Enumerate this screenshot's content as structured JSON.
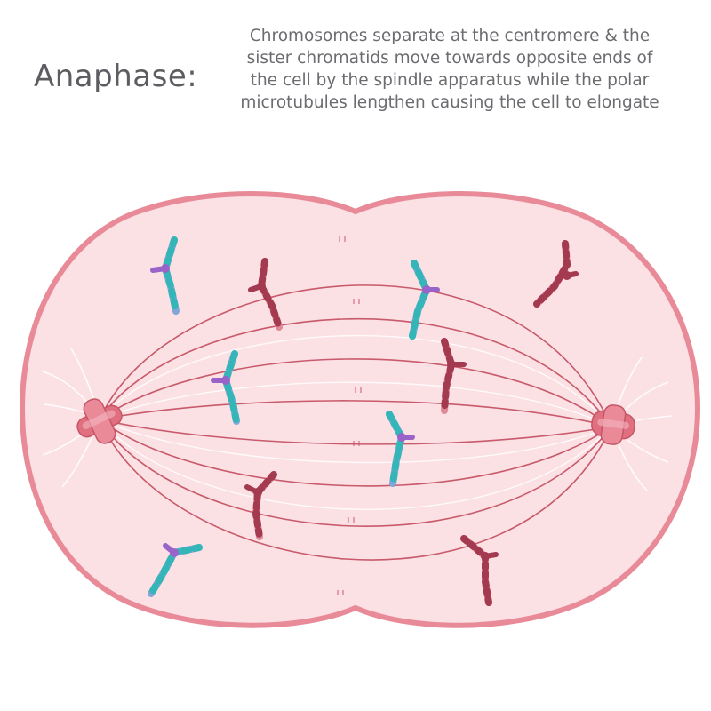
{
  "heading": "Anaphase:",
  "description": {
    "lines": [
      "Chromosomes separate at the centromere & the",
      "sister chromatids move towards opposite ends of",
      "the cell by the spindle apparatus while the polar",
      "microtubules lengthen causing the cell to elongate"
    ]
  },
  "colors": {
    "membrane": "#e88a97",
    "cytoplasm": "#fbe0e4",
    "spindle": "#c85a6b",
    "centrosome": "#e06f80",
    "chromosome_blue": "#7fa6d6",
    "chromosome_teal": "#34b6b8",
    "chromosome_purple": "#9a63c9",
    "chromosome_red": "#a33a50",
    "chromosome_pink": "#e08a98"
  },
  "icons": [
    "centrosome-icon",
    "chromosome-icon"
  ]
}
